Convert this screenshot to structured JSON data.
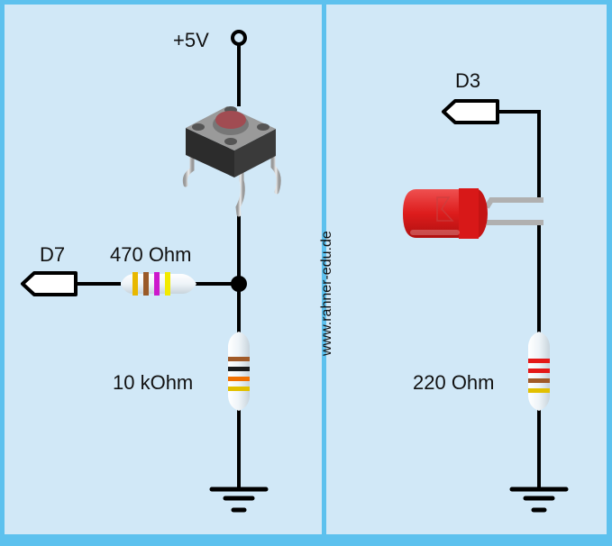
{
  "colors": {
    "background": "#d1e8f7",
    "frame": "#5dc1ee",
    "wire": "#000000"
  },
  "left_panel": {
    "supply_label": "+5V",
    "pin_label": "D7",
    "series_resistor": {
      "label": "470 Ohm",
      "bands": [
        "#e8b800",
        "#9a5a28",
        "#cc19cc",
        "#f2ea00"
      ]
    },
    "pulldown_resistor": {
      "label": "10 kOhm",
      "bands": [
        "#a05a28",
        "#1a1a1a",
        "#f07000",
        "#e2c000"
      ]
    },
    "button_name": "Push Button"
  },
  "divider_text": "www.rahner-edu.de",
  "right_panel": {
    "pin_label": "D3",
    "led_color": "#dd1c1c",
    "resistor": {
      "label": "220 Ohm",
      "bands": [
        "#e41818",
        "#e41818",
        "#a05a28",
        "#e2c000"
      ]
    }
  }
}
